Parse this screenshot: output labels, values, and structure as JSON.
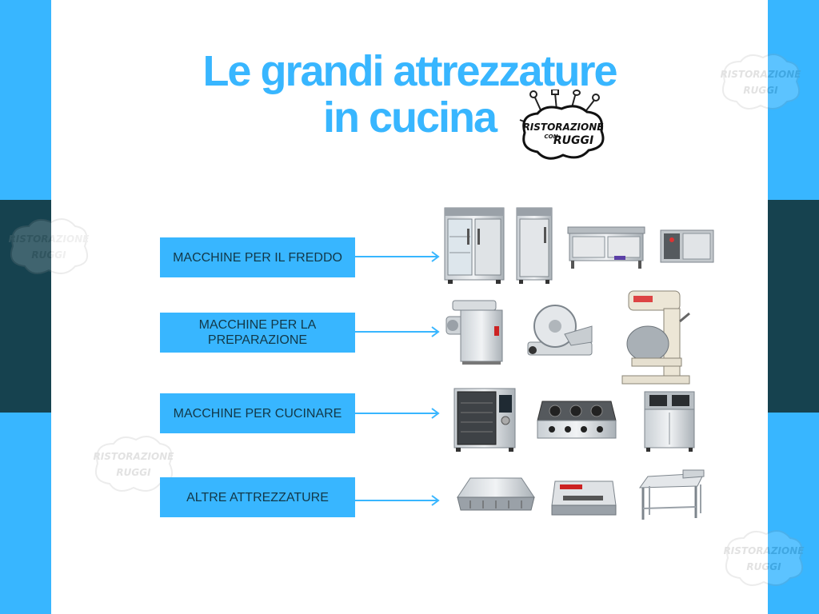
{
  "title": {
    "line1": "Le grandi attrezzature",
    "line2": "in cucina"
  },
  "logo": {
    "line1": "RISTORAZIONE",
    "line2": "CON",
    "line3": "RUGGI"
  },
  "categories": [
    {
      "label": "MACCHINE PER IL FREDDO"
    },
    {
      "label": "MACCHINE PER LA PREPARAZIONE"
    },
    {
      "label": "MACCHINE PER CUCINARE"
    },
    {
      "label": "ALTRE ATTREZZATURE"
    }
  ],
  "equipment": [
    [
      "glass-door-refrigerator-icon",
      "upright-freezer-icon",
      "refrigerated-counter-icon",
      "blast-chiller-icon"
    ],
    [
      "meat-grinder-icon",
      "meat-slicer-icon",
      "planetary-mixer-icon"
    ],
    [
      "combi-oven-icon",
      "gas-burner-range-icon",
      "deep-fryer-icon"
    ],
    [
      "extractor-hood-icon",
      "vacuum-sealer-icon",
      "steel-work-table-icon"
    ]
  ],
  "colors": {
    "accent": "#38b6ff",
    "dark_band": "#16424f",
    "label_text": "#123848",
    "arrow": "#38b6ff"
  }
}
